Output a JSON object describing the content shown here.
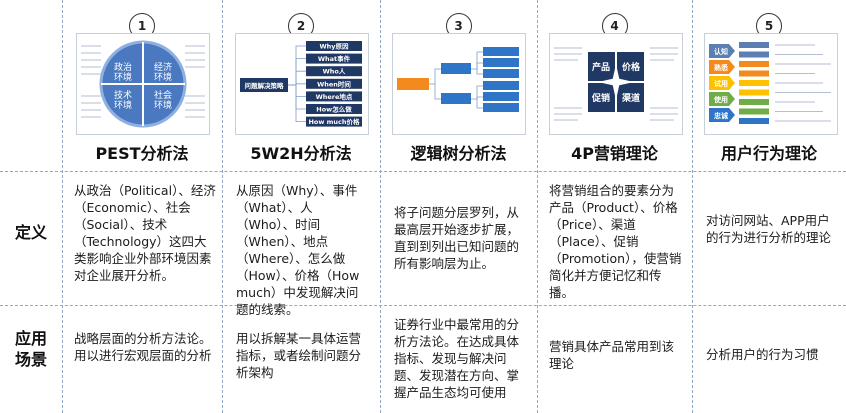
{
  "row_labels": {
    "definition": "定义",
    "application": "应用场景"
  },
  "columns": [
    {
      "number": "1",
      "title": "PEST分析法",
      "definition": "从政治（Political）、经济（Economic）、社会（Social）、技术（Technology）这四大类影响企业外部环境因素对企业展开分析。",
      "application": "战略层面的分析方法论。用以进行宏观层面的分析",
      "thumb": {
        "q1": "政治环境",
        "q2": "经济环境",
        "q3": "技术环境",
        "q4": "社会环境"
      }
    },
    {
      "number": "2",
      "title": "5W2H分析法",
      "definition": "从原因（Why）、事件（What）、人（Who）、时间（When）、地点（Where）、怎么做（How）、价格（How much）中发现解决问题的线索。",
      "application": "用以拆解某一具体运营指标，或者绘制问题分析架构",
      "thumb": {
        "root": "问题解决策略",
        "items": [
          "Why原因",
          "What事件",
          "Who人",
          "When时间",
          "Where地点",
          "How怎么做",
          "How much价格"
        ]
      }
    },
    {
      "number": "3",
      "title": "逻辑树分析法",
      "definition": "将子问题分层罗列，从最高层开始逐步扩展，直到到列出已知问题的所有影响层为止。",
      "application": "证券行业中最常用的分析方法论。在达成具体指标、发现与解决问题、发现潜在方向、掌握产品生态均可使用",
      "thumb": {
        "root": "",
        "mid": [
          "",
          ""
        ],
        "leaves": [
          "",
          "",
          "",
          "",
          "",
          ""
        ]
      }
    },
    {
      "number": "4",
      "title": "4P营销理论",
      "definition": "将营销组合的要素分为产品（Product）、价格（Price）、渠道（Place）、促销（Promotion），使营销简化并方便记忆和传播。",
      "application": "营销具体产品常用到该理论",
      "thumb": {
        "p1": "产品",
        "p2": "价格",
        "p3": "促销",
        "p4": "渠道"
      }
    },
    {
      "number": "5",
      "title": "用户行为理论",
      "definition": "对访问网站、APP用户的行为进行分析的理论",
      "application": "分析用户的行为习惯",
      "thumb": {
        "stages": [
          "认知",
          "熟悉",
          "试用",
          "使用",
          "忠诚"
        ]
      }
    }
  ],
  "colors": {
    "dashed_line": "#8fa7c9",
    "pest_blue": "#4a79c1",
    "navy": "#1f3864",
    "orange": "#f28a1e",
    "blue": "#2e75c7",
    "green": "#70ad47",
    "yellow": "#ffc000",
    "steel": "#5b7fb2"
  }
}
